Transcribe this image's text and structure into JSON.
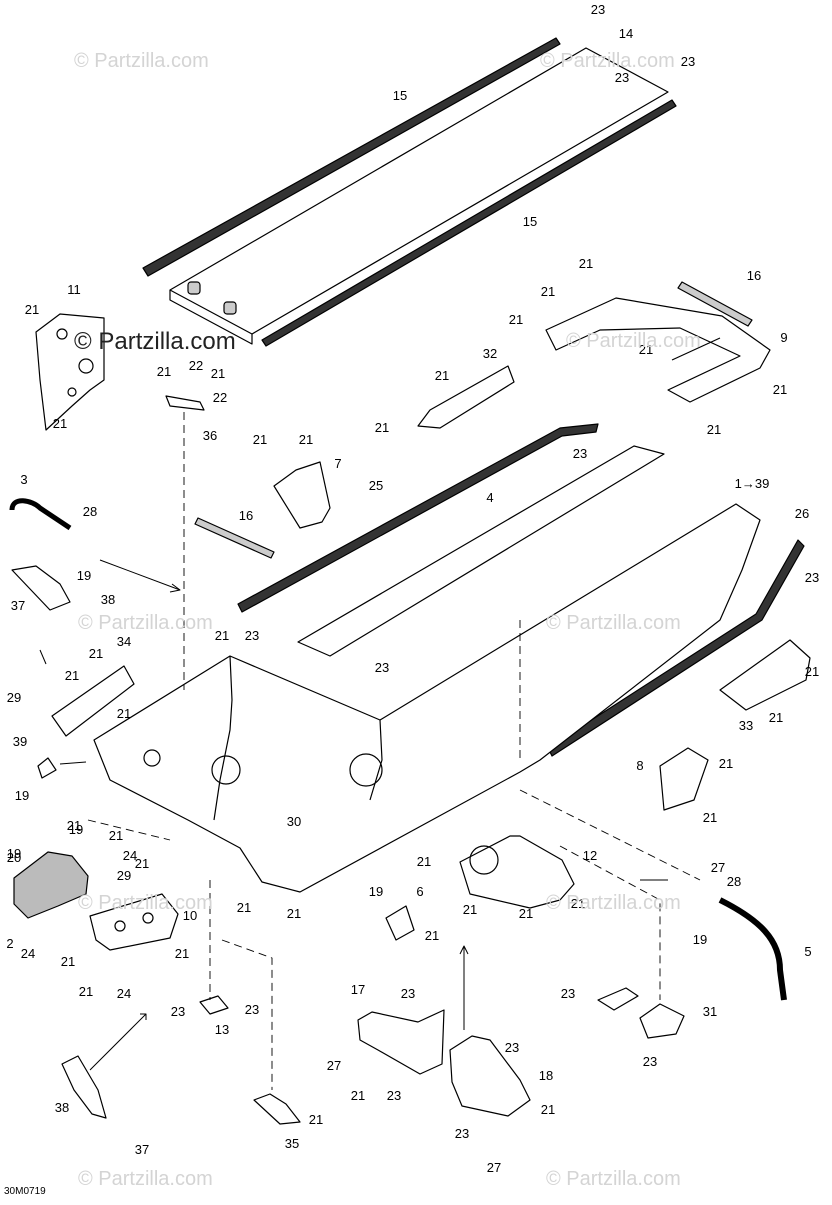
{
  "watermark": {
    "text": "© Partzilla.com",
    "bold_text": "© Partzilla.com"
  },
  "drawing_code": "30M0719",
  "callouts": [
    "1→39",
    "2",
    "3",
    "4",
    "5",
    "6",
    "7",
    "8",
    "9",
    "10",
    "11",
    "12",
    "13",
    "14",
    "15",
    "16",
    "17",
    "18",
    "19",
    "20",
    "21",
    "22",
    "23",
    "24",
    "25",
    "26",
    "27",
    "28",
    "29",
    "30",
    "31",
    "32",
    "33",
    "34",
    "35",
    "36",
    "37",
    "38",
    "39"
  ],
  "colors": {
    "line": "#000000",
    "watermark": "#d4d4d4",
    "background": "#ffffff"
  }
}
